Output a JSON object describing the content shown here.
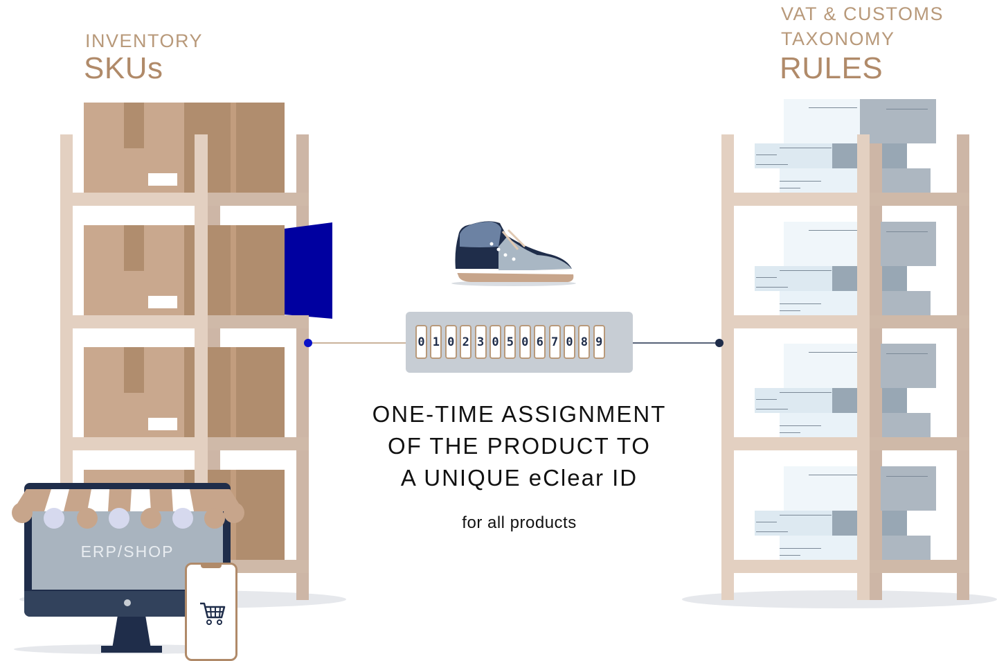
{
  "left": {
    "subtitle": "INVENTORY",
    "title": "SKUs"
  },
  "right": {
    "subtitle_line1": "VAT & CUSTOMS",
    "subtitle_line2": "TAXONOMY",
    "title": "RULES"
  },
  "center": {
    "id_digits": [
      "0",
      "1",
      "0",
      "2",
      "3",
      "0",
      "5",
      "0",
      "6",
      "7",
      "0",
      "8",
      "9"
    ],
    "headline_line1": "ONE-TIME ASSIGNMENT",
    "headline_line2": "OF THE PRODUCT TO",
    "headline_line3": "A UNIQUE eClear ID",
    "note": "for all products"
  },
  "shop": {
    "label": "ERP/SHOP"
  },
  "icons": [
    "sneaker-icon",
    "cart-icon",
    "monitor-icon",
    "phone-icon",
    "awning-icon",
    "box-icon",
    "document-icon"
  ],
  "colors": {
    "accent_tan": "#b08a69",
    "navy": "#1f2d4a",
    "blue_highlight": "#0000a0",
    "connector_dot_left": "#0a12c8",
    "connector_dot_right": "#1f2d4a"
  }
}
